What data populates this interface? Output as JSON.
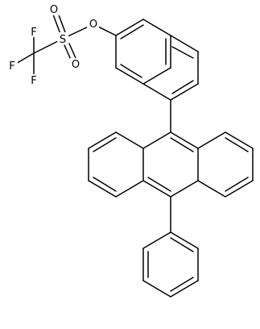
{
  "molecule": {
    "atoms": {
      "f_top": "F",
      "f_left": "F",
      "f_bottom": "F",
      "sulfur": "S",
      "o_top": "O",
      "o_bottom": "O",
      "o_ester": "O"
    }
  }
}
